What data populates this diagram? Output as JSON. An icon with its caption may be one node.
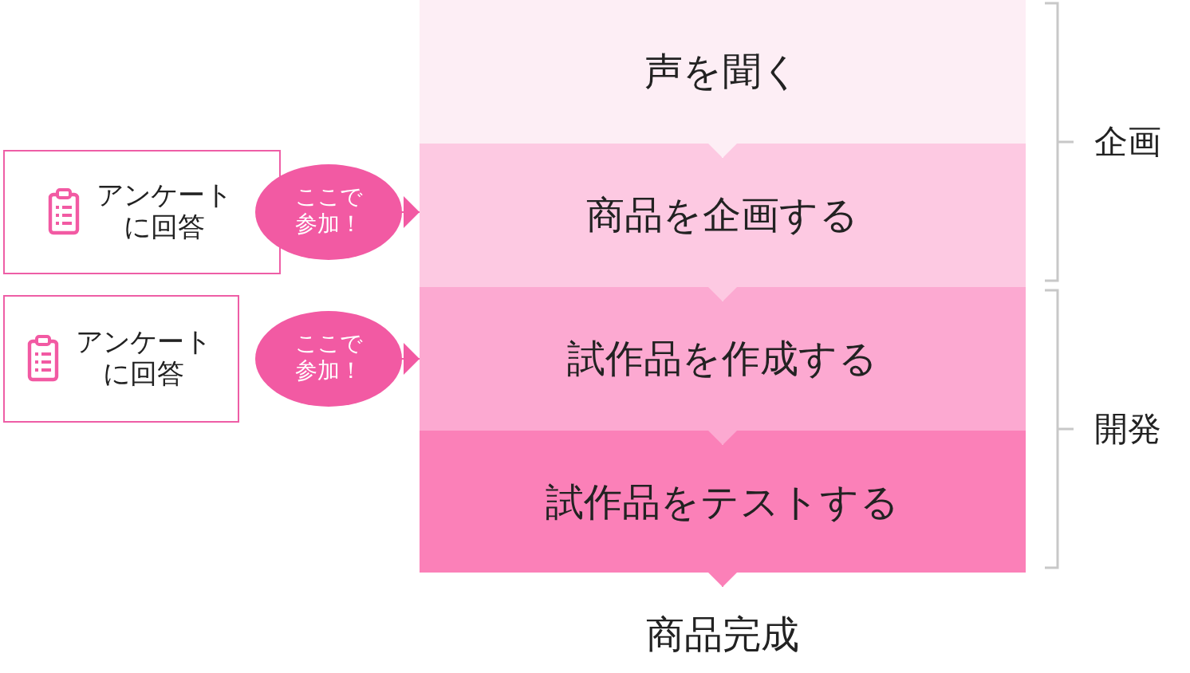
{
  "diagram": {
    "nodes": [
      {
        "text": [
          "声を聞く"
        ]
      },
      {
        "text": [
          "商品を企画する"
        ]
      },
      {
        "text": [
          "試作品を作成する"
        ]
      },
      {
        "text": [
          "試作品をテストする"
        ]
      },
      {
        "text": [
          "商品完成"
        ]
      },
      {
        "text": [
          "アンケートに回答"
        ]
      },
      {
        "text": [
          "ここで参加！"
        ]
      },
      {
        "text": [
          "アンケートに回答"
        ]
      },
      {
        "text": [
          "ここで参加！"
        ]
      }
    ],
    "edges": [
      {
        "from": 0,
        "to": 1,
        "arrow": "to",
        "color": "#fdeef5"
      },
      {
        "from": 1,
        "to": 2,
        "arrow": "to",
        "color": "#fdc9e2"
      },
      {
        "from": 2,
        "to": 3,
        "arrow": "to",
        "color": "#fca9d1"
      },
      {
        "from": 3,
        "to": 4,
        "arrow": "to",
        "color": "#fb80b8"
      },
      {
        "from": 6,
        "to": 1,
        "arrow": "to",
        "color": "#f25aa3"
      },
      {
        "from": 8,
        "to": 2,
        "arrow": "to",
        "color": "#f25aa3"
      }
    ],
    "labels": [
      "企画",
      "開発"
    ]
  }
}
